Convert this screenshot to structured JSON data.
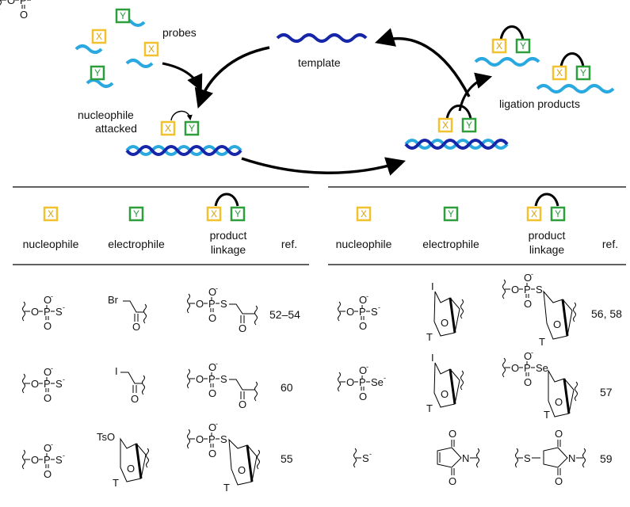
{
  "cycle": {
    "probes_label": "probes",
    "template_label": "template",
    "nucleophile_label_line1": "nucleophile",
    "nucleophile_label_line2": "attacked",
    "ligation_label": "ligation products",
    "box_x": "X",
    "box_y": "Y"
  },
  "colors": {
    "x_box": "#f2c12e",
    "y_box": "#2e9e3c",
    "strand_light": "#2aa8e0",
    "strand_dark": "#1626a8",
    "arrow": "#000000"
  },
  "table_left": {
    "headers": {
      "nucleophile": "nucleophile",
      "electrophile": "electrophile",
      "product_line1": "product",
      "product_line2": "linkage",
      "ref": "ref."
    },
    "rows": [
      {
        "ref": "52–54",
        "nucleophile": "–O–P(O)(O⁻)–S⁻",
        "electrophile": "Br–CH2–C(=O)–",
        "product": "–O–P(O)(O⁻)–S–CH2–C(=O)–"
      },
      {
        "ref": "60",
        "nucleophile": "–O–P(O)(O⁻)–S⁻",
        "electrophile": "I–CH2–C(=O)–",
        "product": "–O–P(O)(O⁻)–S–CH2–C(=O)–"
      },
      {
        "ref": "55",
        "nucleophile": "–O–P(O)(O⁻)–S⁻",
        "electrophile": "TsO–CH2–sugar(T)",
        "product": "–O–P(O)(O⁻)–S–CH2–sugar(T)"
      }
    ]
  },
  "table_right": {
    "headers": {
      "nucleophile": "nucleophile",
      "electrophile": "electrophile",
      "product_line1": "product",
      "product_line2": "linkage",
      "ref": "ref."
    },
    "rows": [
      {
        "ref": "56, 58",
        "nucleophile": "–O–P(O)(O⁻)–S⁻",
        "electrophile": "I–CH2–sugar(T)",
        "product": "–O–P(O)(O⁻)–S–CH2–sugar(T)"
      },
      {
        "ref": "57",
        "nucleophile": "–O–P(O)(O⁻)–Se⁻",
        "electrophile": "I–CH2–sugar(T)",
        "product": "–O–P(O)(O⁻)–Se–CH2–sugar(T)"
      },
      {
        "ref": "59",
        "nucleophile": "–S⁻",
        "electrophile": "maleimide",
        "product": "thiosuccinimide"
      }
    ]
  },
  "atoms": {
    "O": "O",
    "P": "P",
    "S": "S",
    "Se": "Se",
    "N": "N",
    "Br": "Br",
    "I": "I",
    "TsO": "TsO",
    "T": "T",
    "minus": "-"
  }
}
